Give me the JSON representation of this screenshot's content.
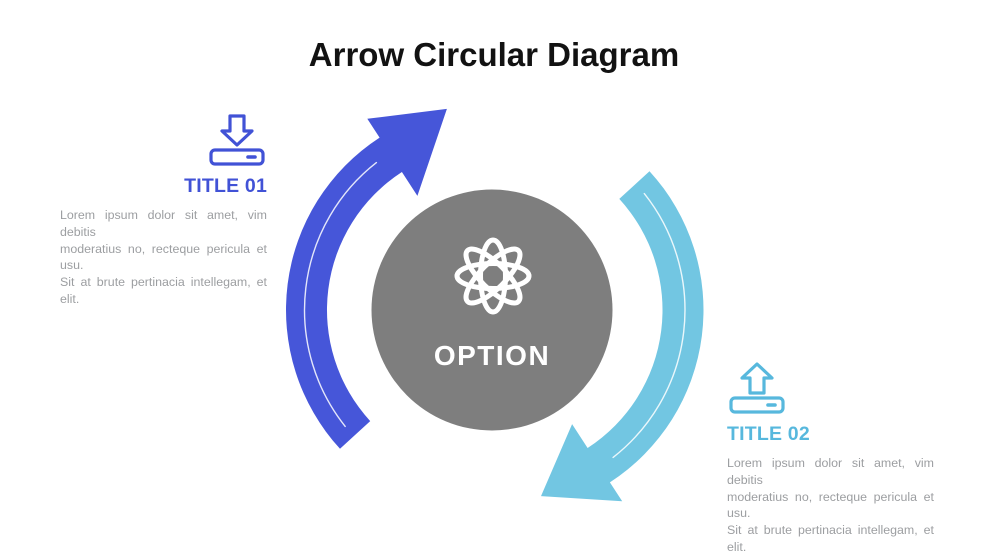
{
  "title": "Arrow Circular Diagram",
  "colors": {
    "arrow_blue": "#4656d9",
    "arrow_cyan": "#72c6e2",
    "title01_accent": "#4152d6",
    "title02_accent": "#57b8dd",
    "circle_gray": "#7e7e7e",
    "white": "#ffffff",
    "body_text": "#9c9ea1",
    "heading_text": "#121212"
  },
  "center": {
    "label": "OPTION",
    "icon": "atom-icon"
  },
  "arrows": [
    {
      "name": "up-arrow",
      "color": "#4656d9",
      "direction": "sweeps up the left side"
    },
    {
      "name": "down-arrow",
      "color": "#72c6e2",
      "direction": "sweeps down the right side"
    }
  ],
  "blocks": [
    {
      "title": "TITLE 01",
      "icon": "download-icon",
      "body_lines": [
        "Lorem ipsum dolor sit amet, vim debitis",
        "moderatius no, recteque pericula et usu.",
        "Sit at brute pertinacia intellegam, et elit."
      ]
    },
    {
      "title": "TITLE 02",
      "icon": "upload-icon",
      "body_lines": [
        "Lorem ipsum dolor sit amet, vim debitis",
        "moderatius no, recteque pericula et usu.",
        "Sit at brute pertinacia intellegam, et elit."
      ]
    }
  ]
}
